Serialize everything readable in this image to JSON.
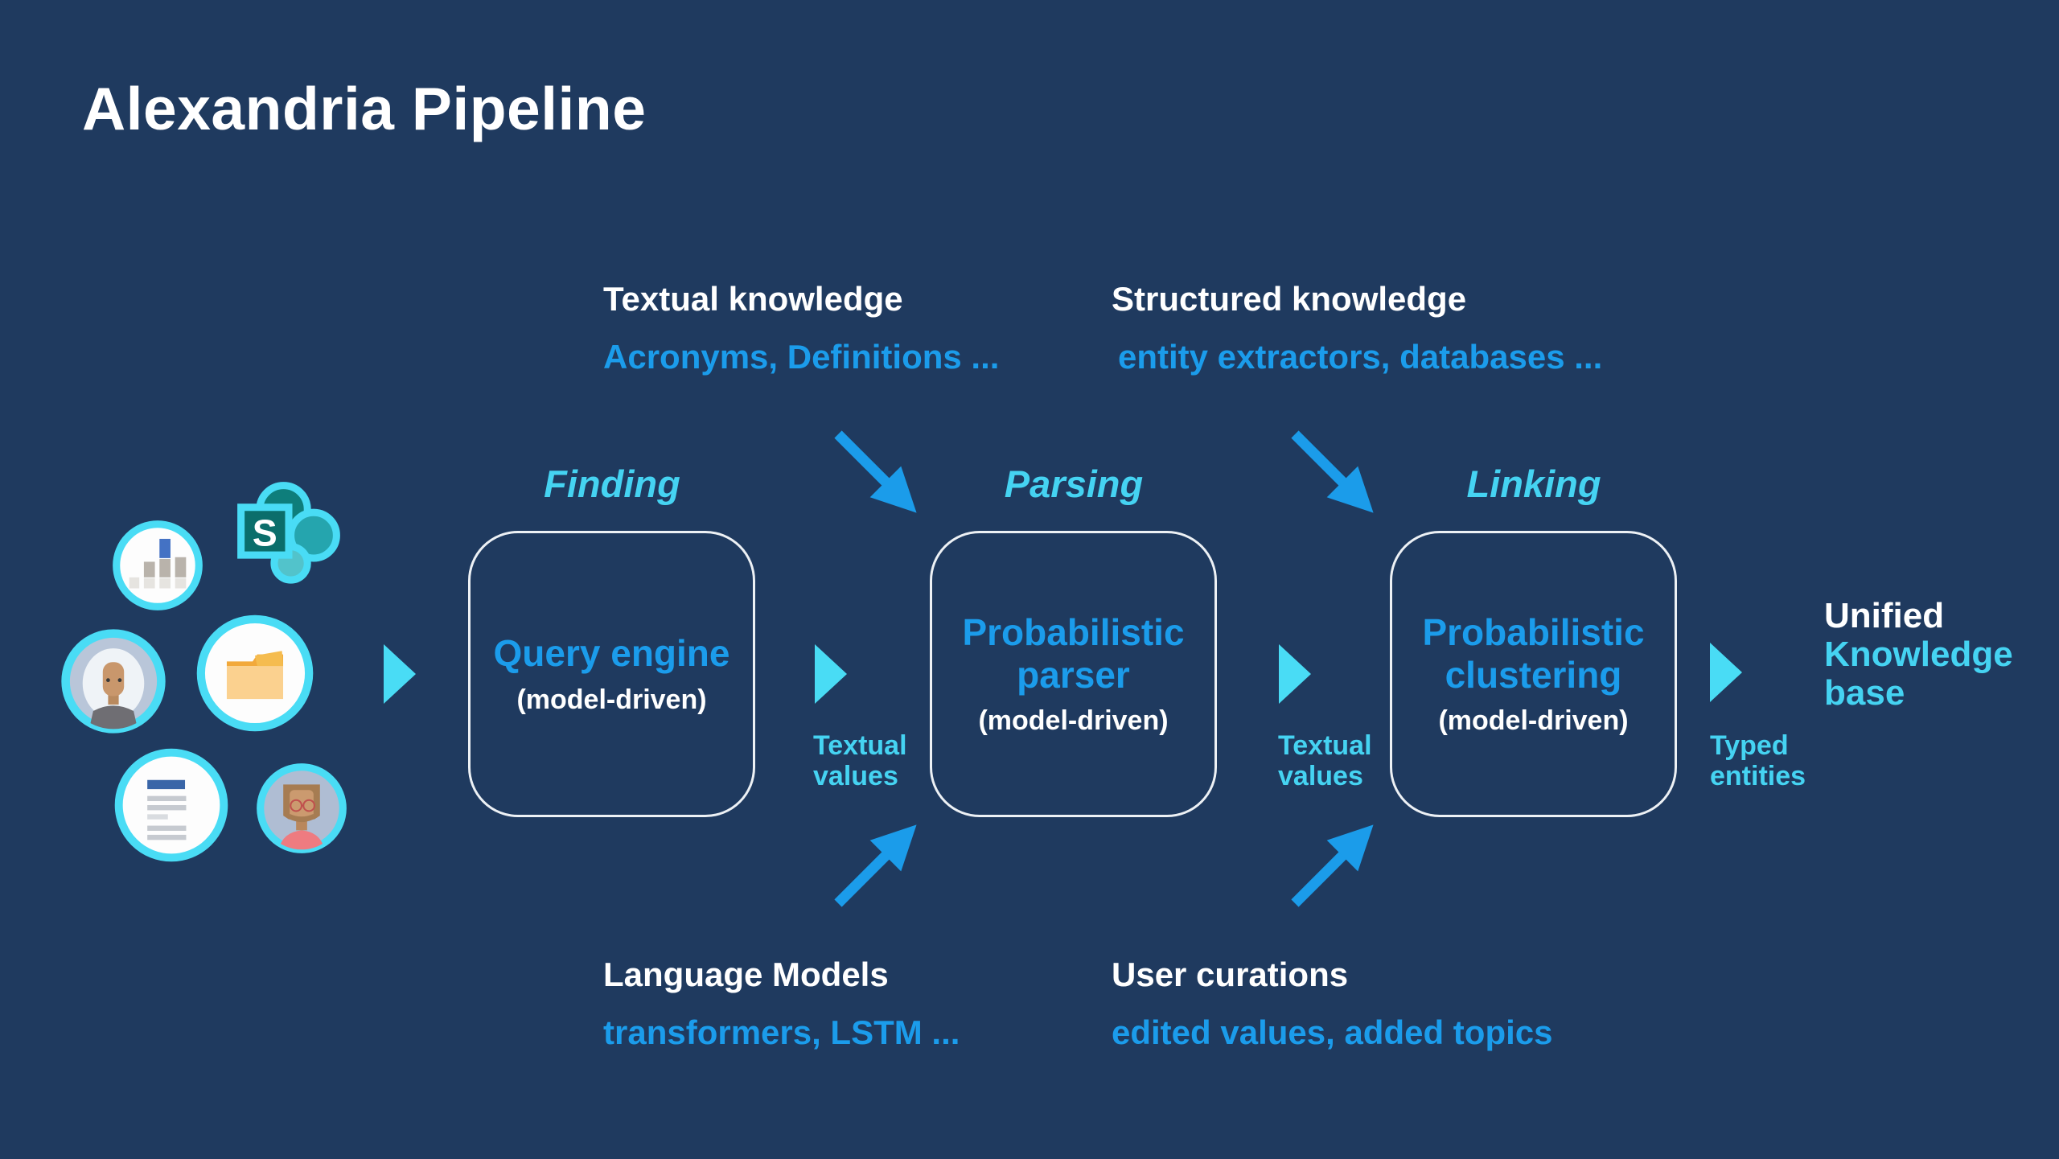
{
  "slide": {
    "title": "Alexandria Pipeline"
  },
  "colors": {
    "background": "#1F3A5F",
    "accent_blue": "#1B9CEB",
    "accent_cyan": "#45D3F2",
    "arrow_cyan": "#49DCF5",
    "box_border": "#EDF1F5",
    "text_white": "#FFFFFF"
  },
  "knowledge_inputs": {
    "textual": {
      "title": "Textual knowledge",
      "subtitle": "Acronyms, Definitions ..."
    },
    "structured": {
      "title": "Structured knowledge",
      "subtitle": "entity extractors, databases ..."
    }
  },
  "model_inputs": {
    "language_models": {
      "title": "Language Models",
      "subtitle": "transformers, LSTM ..."
    },
    "user_curations": {
      "title": "User curations",
      "subtitle": "edited values, added topics"
    }
  },
  "stages": [
    {
      "label": "Finding",
      "box_title": "Query engine",
      "box_subtitle": "(model-driven)"
    },
    {
      "label": "Parsing",
      "box_title": "Probabilistic parser",
      "box_subtitle": "(model-driven)"
    },
    {
      "label": "Linking",
      "box_title": "Probabilistic clustering",
      "box_subtitle": "(model-driven)"
    }
  ],
  "flow_labels": [
    {
      "label": "Textual values"
    },
    {
      "label": "Textual values"
    },
    {
      "label": "Typed entities"
    }
  ],
  "output": {
    "line_white": "Unified",
    "line_cyan": "Knowledge base"
  },
  "sharepoint_letter": "S",
  "source_icons": [
    {
      "name": "bar-chart-icon"
    },
    {
      "name": "sharepoint-icon"
    },
    {
      "name": "elder-person-avatar"
    },
    {
      "name": "folder-icon"
    },
    {
      "name": "document-icon"
    },
    {
      "name": "person-glasses-avatar"
    }
  ]
}
